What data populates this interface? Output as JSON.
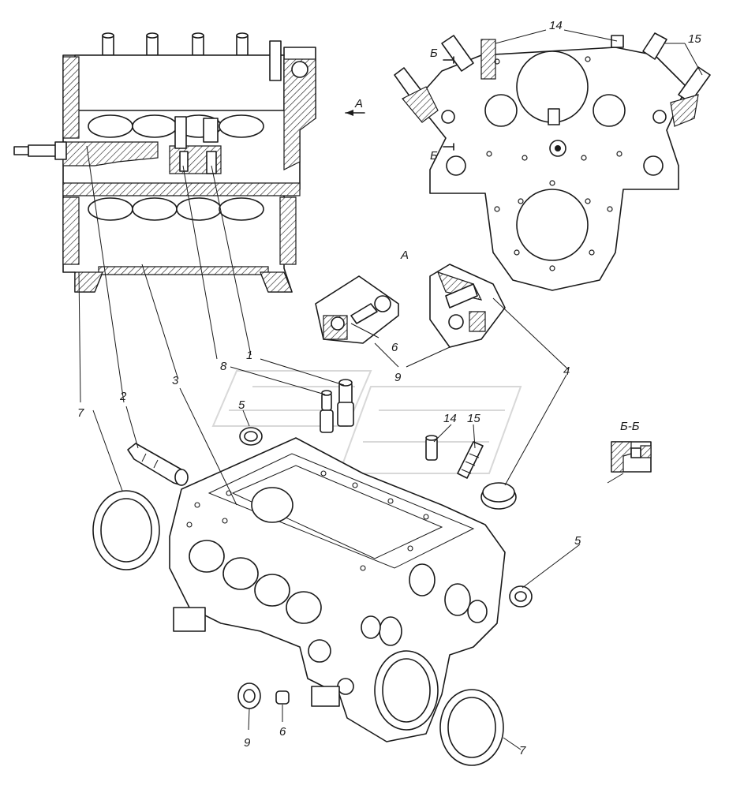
{
  "callouts": {
    "c1": "1",
    "c2": "2",
    "c3": "3",
    "c4": "4",
    "c5a": "5",
    "c5b": "5",
    "c6a": "6",
    "c6b": "6",
    "c7a": "7",
    "c7b": "7",
    "c8": "8",
    "c9a": "9",
    "c9b": "9",
    "c14a": "14",
    "c14b": "14",
    "c15a": "15",
    "c15b": "15"
  },
  "views": {
    "view_a_arrow": "A",
    "view_a_detail": "A",
    "section_b_top": "Б",
    "section_b_bottom": "Б",
    "section_bb": "Б-Б"
  }
}
